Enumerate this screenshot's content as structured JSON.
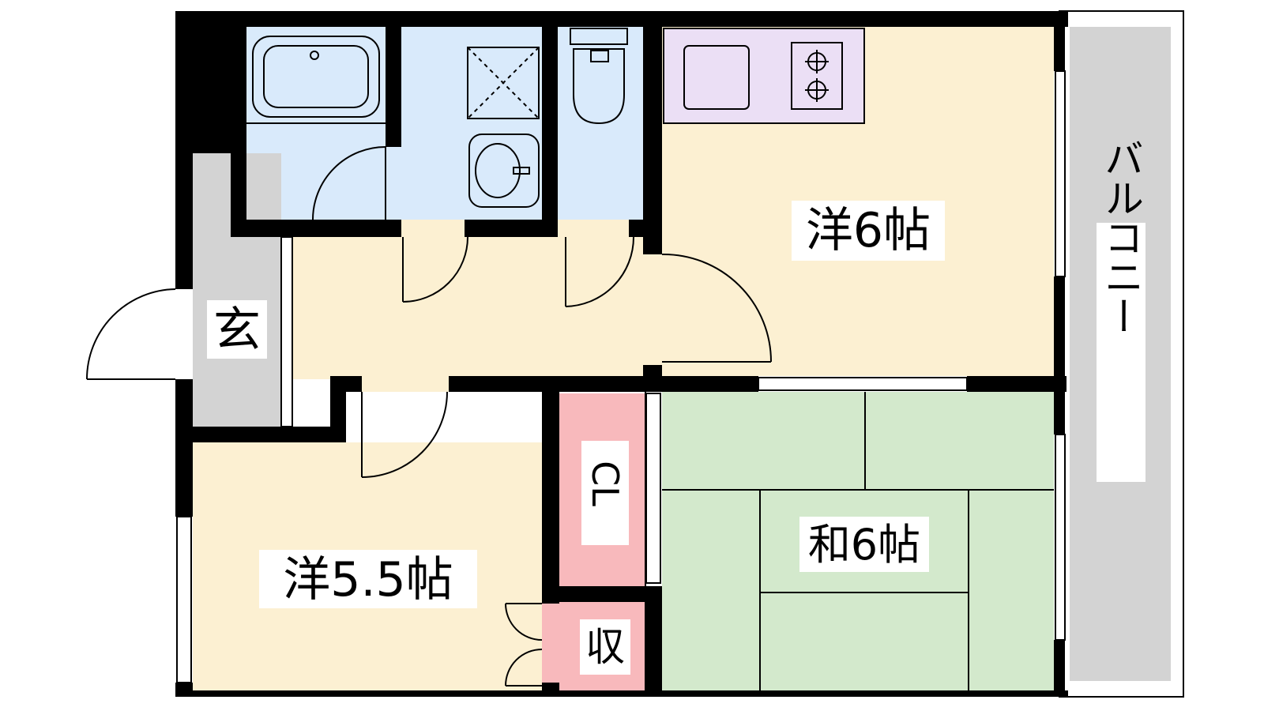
{
  "rooms": {
    "western_6": "洋6帖",
    "western_5_5": "洋5.5帖",
    "japanese_6": "和6帖",
    "entrance": "玄",
    "closet": "CL",
    "storage": "収",
    "balcony": "バルコニー"
  },
  "colors": {
    "wall": "#000000",
    "floor_western": "#fcf0d2",
    "wet_area": "#d9eafb",
    "kitchen": "#ebdff5",
    "tatami": "#d3e9cc",
    "closet": "#f8b9bc",
    "entrance": "#d3d3d3",
    "balcony": "#d3d3d3"
  }
}
